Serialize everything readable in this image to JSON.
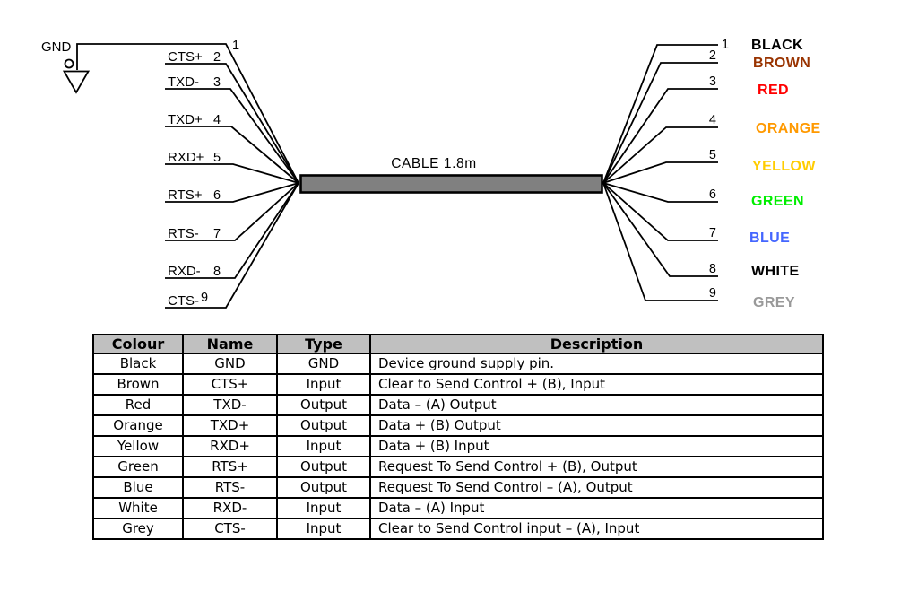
{
  "diagram": {
    "ground_label": "GND",
    "cable_label": "CABLE 1.8m",
    "cable_fill": "#808080",
    "left_pins": [
      {
        "number": "1",
        "name": ""
      },
      {
        "number": "2",
        "name": "CTS+"
      },
      {
        "number": "3",
        "name": "TXD-"
      },
      {
        "number": "4",
        "name": "TXD+"
      },
      {
        "number": "5",
        "name": "RXD+"
      },
      {
        "number": "6",
        "name": "RTS+"
      },
      {
        "number": "7",
        "name": "RTS-"
      },
      {
        "number": "8",
        "name": "RXD-"
      },
      {
        "number": "9",
        "name": "CTS-"
      }
    ],
    "right_pins": [
      {
        "number": "1",
        "label": "BLACK",
        "color": "#000000"
      },
      {
        "number": "2",
        "label": "BROWN",
        "color": "#993300"
      },
      {
        "number": "3",
        "label": "RED",
        "color": "#ff0000"
      },
      {
        "number": "4",
        "label": "ORANGE",
        "color": "#ff9900"
      },
      {
        "number": "5",
        "label": "YELLOW",
        "color": "#ffcc00"
      },
      {
        "number": "6",
        "label": "GREEN",
        "color": "#00ee00"
      },
      {
        "number": "7",
        "label": "BLUE",
        "color": "#4466ff"
      },
      {
        "number": "8",
        "label": "WHITE",
        "color": "#000000"
      },
      {
        "number": "9",
        "label": "GREY",
        "color": "#999999"
      }
    ]
  },
  "table": {
    "headers": [
      "Colour",
      "Name",
      "Type",
      "Description"
    ],
    "rows": [
      [
        "Black",
        "GND",
        "GND",
        "Device ground supply pin."
      ],
      [
        "Brown",
        "CTS+",
        "Input",
        "Clear to Send Control + (B), Input"
      ],
      [
        "Red",
        "TXD-",
        "Output",
        "Data – (A) Output"
      ],
      [
        "Orange",
        "TXD+",
        "Output",
        "Data + (B) Output"
      ],
      [
        "Yellow",
        "RXD+",
        "Input",
        "Data + (B) Input"
      ],
      [
        "Green",
        "RTS+",
        "Output",
        "Request To Send Control + (B), Output"
      ],
      [
        "Blue",
        "RTS-",
        "Output",
        "Request To Send Control – (A), Output"
      ],
      [
        "White",
        "RXD-",
        "Input",
        "Data – (A) Input"
      ],
      [
        "Grey",
        "CTS-",
        "Input",
        "Clear to Send Control input – (A), Input"
      ]
    ]
  }
}
